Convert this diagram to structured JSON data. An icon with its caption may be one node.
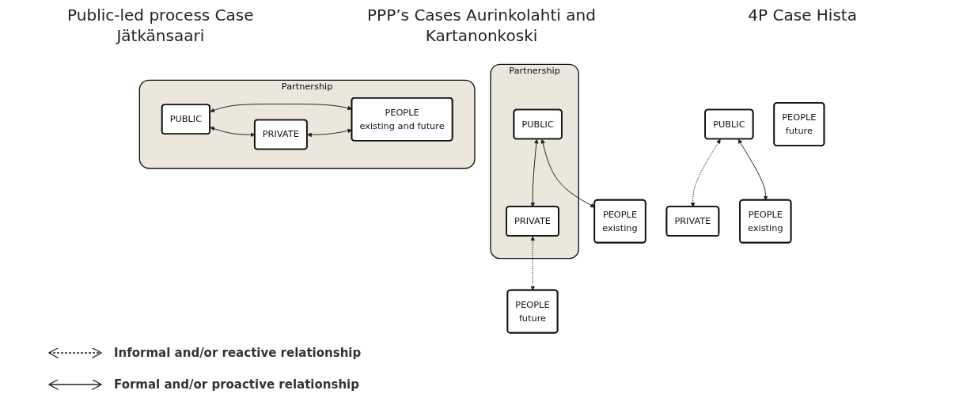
{
  "diagram": {
    "nodes": [
      {
        "text": [
          "PUBLIC"
        ]
      },
      {
        "text": [
          "PRIVATE"
        ]
      },
      {
        "text": [
          "PEOPLE",
          "existing"
        ]
      },
      {
        "text": [
          "PEOPLE",
          "future"
        ]
      },
      {
        "text": [
          "Partnership"
        ]
      },
      {
        "text": [
          "PUBLIC"
        ],
        "in": 4
      },
      {
        "text": [
          "PRIVATE"
        ],
        "in": 4
      },
      {
        "text": [
          "PEOPLE",
          "existing"
        ]
      },
      {
        "text": [
          "PEOPLE",
          "future"
        ]
      },
      {
        "text": [
          "Partnership"
        ]
      },
      {
        "text": [
          "PUBLIC"
        ],
        "in": 9
      },
      {
        "text": [
          "PRIVATE"
        ],
        "in": 9
      },
      {
        "text": [
          "PEOPLE",
          "existing and future"
        ],
        "in": 9
      }
    ],
    "edges": [
      {
        "from": 0,
        "to": 1,
        "arrow": "both",
        "style": "dashed"
      },
      {
        "from": 0,
        "to": 2,
        "arrow": "both"
      },
      {
        "from": 5,
        "to": 6,
        "arrow": "both"
      },
      {
        "from": 5,
        "to": 7,
        "arrow": "both"
      },
      {
        "from": 6,
        "to": 8,
        "arrow": "both",
        "style": "dashed"
      },
      {
        "from": 10,
        "to": 11,
        "arrow": "both"
      },
      {
        "from": 10,
        "to": 12,
        "arrow": "both"
      },
      {
        "from": 11,
        "to": 12,
        "arrow": "both"
      }
    ],
    "labels": [
      "Public-led process Case Jätkänsaari",
      "PPP’s Cases Aurinkolahti and Kartanonkoski",
      "4P Case Hista"
    ],
    "legend": [
      {
        "text": "Informal and/or reactive relationship"
      },
      {
        "text": "Formal and/or proactive relationship"
      }
    ]
  }
}
